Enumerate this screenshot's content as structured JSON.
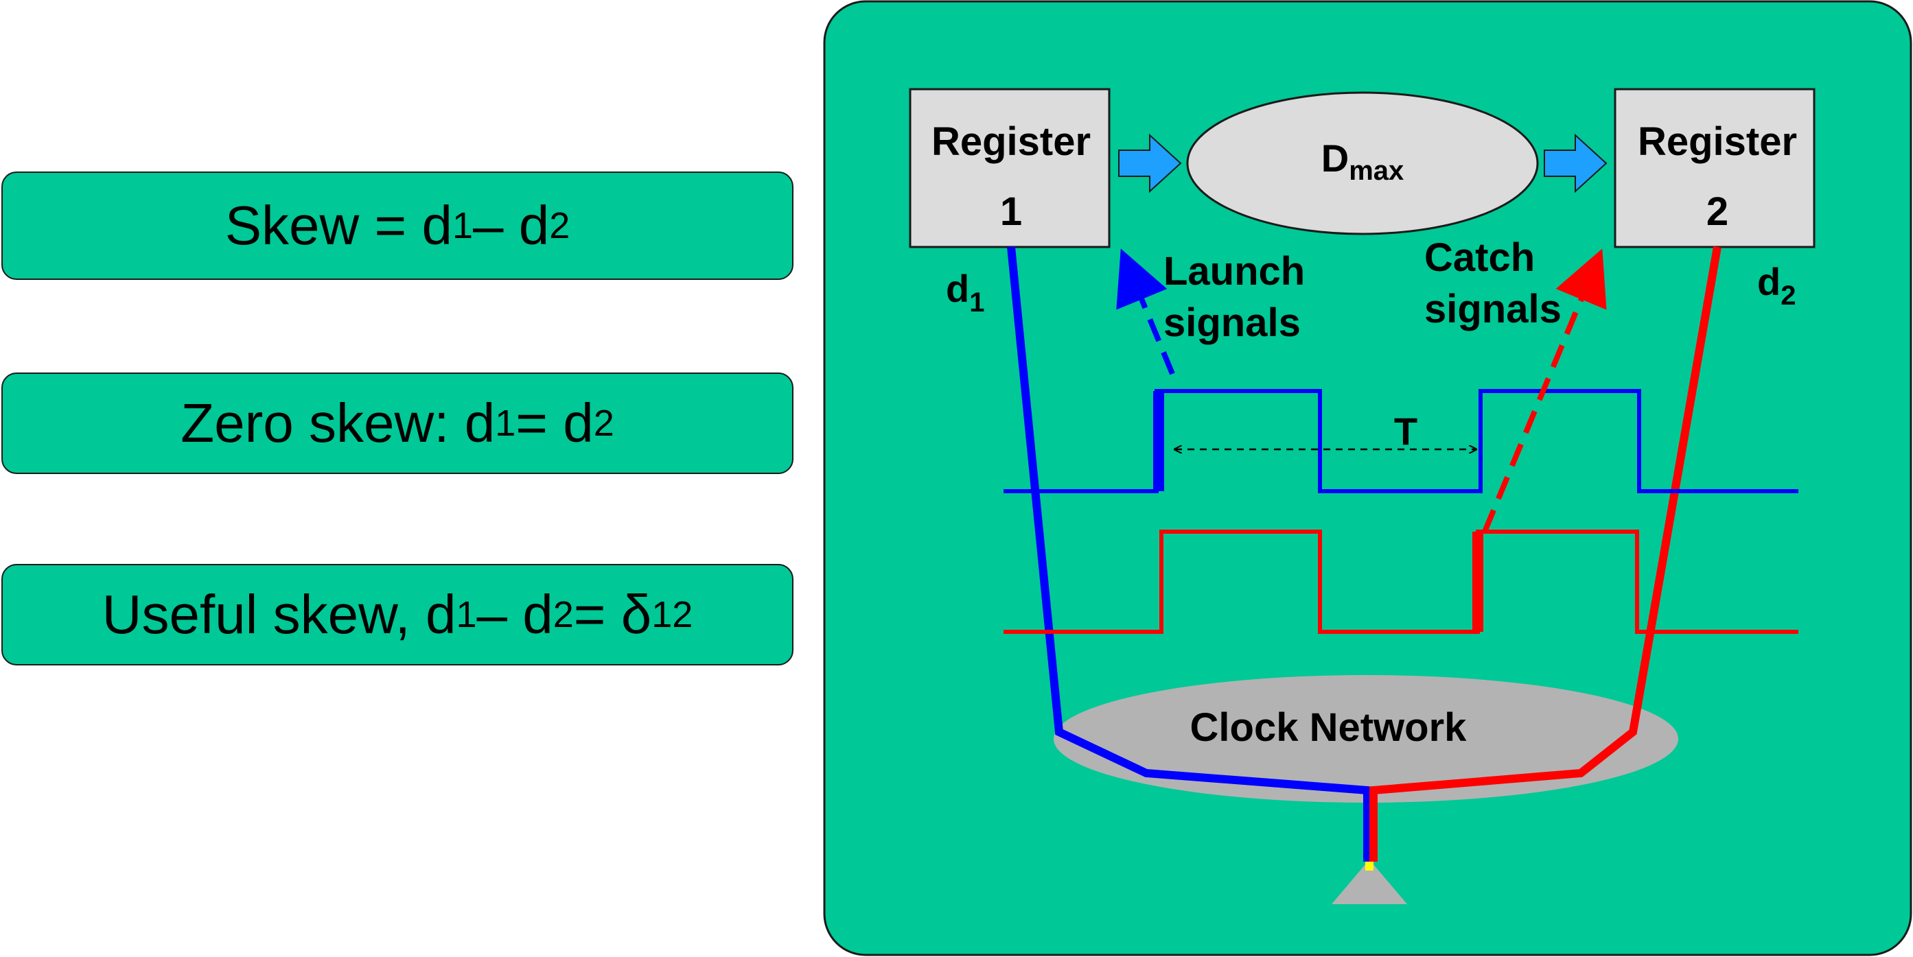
{
  "left_labels": {
    "skew": {
      "prefix": "Skew = d",
      "s1": "1",
      "mid": " – d",
      "s2": "2",
      "suffix": ""
    },
    "zero_skew": {
      "prefix": "Zero skew: d",
      "s1": "1",
      "mid": " = d",
      "s2": "2",
      "suffix": ""
    },
    "useful_skew": {
      "prefix": "Useful skew, d",
      "s1": "1",
      "mid": " – d",
      "s2": "2",
      "eq": " = δ",
      "s3": "12"
    }
  },
  "diagram": {
    "register1": {
      "title": "Register",
      "number": "1"
    },
    "register2": {
      "title": "Register",
      "number": "2"
    },
    "logic": {
      "main": "D",
      "sub": "max"
    },
    "d1": {
      "main": "d",
      "sub": "1"
    },
    "d2": {
      "main": "d",
      "sub": "2"
    },
    "launch": {
      "line1": "Launch",
      "line2": "signals"
    },
    "catch": {
      "line1": "Catch",
      "line2": "signals"
    },
    "period": "T",
    "clock_network": "Clock Network"
  },
  "colors": {
    "panel": "#00c896",
    "launch_clock": "#0000ff",
    "catch_clock": "#ff0000",
    "register_fill": "#dcdcdc",
    "network_fill": "#b3b3b3",
    "arrow_fill": "#1ea0ff"
  }
}
